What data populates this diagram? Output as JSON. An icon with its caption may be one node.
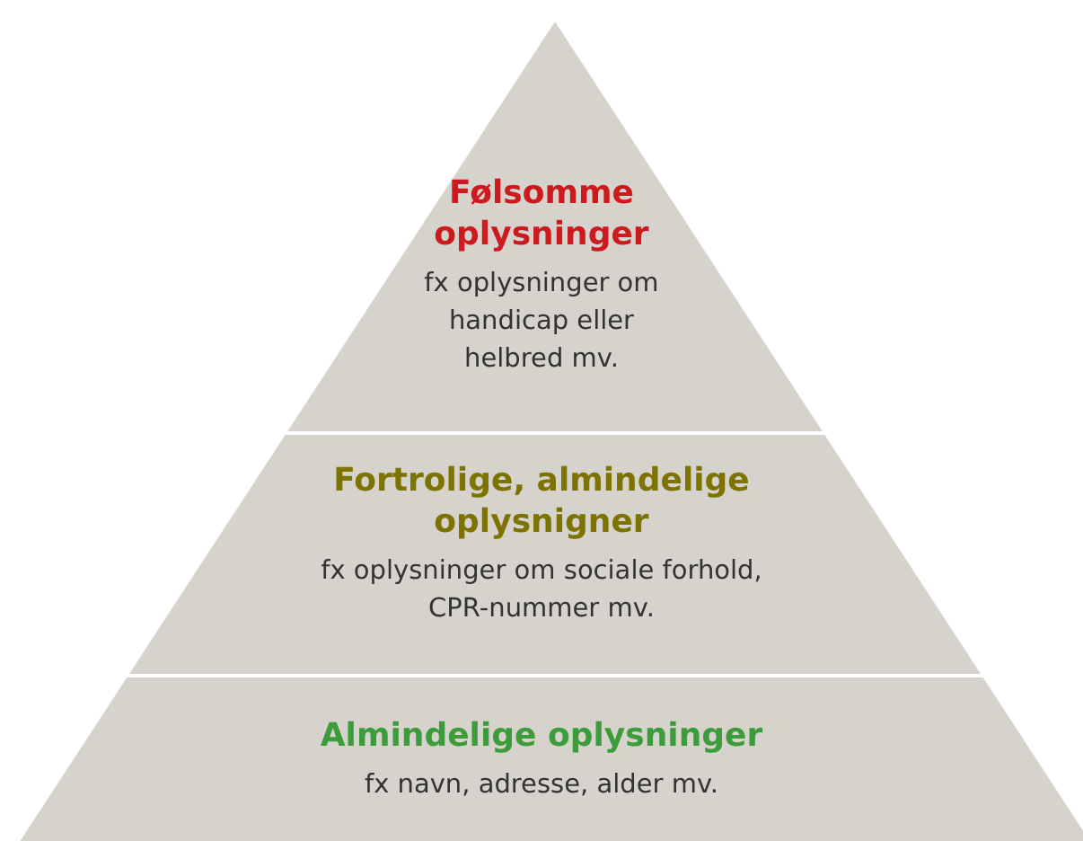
{
  "diagram": {
    "nodes": [
      {
        "text": [
          "Følsomme oplysninger",
          "fx oplysninger om handicap eller helbred mv."
        ]
      },
      {
        "text": [
          "Fortrolige, almindelige oplysnigner",
          "fx oplysninger om sociale forhold, CPR-nummer mv."
        ]
      },
      {
        "text": [
          "Almindelige oplysninger",
          "fx navn, adresse, alder mv."
        ]
      }
    ],
    "edges": []
  }
}
